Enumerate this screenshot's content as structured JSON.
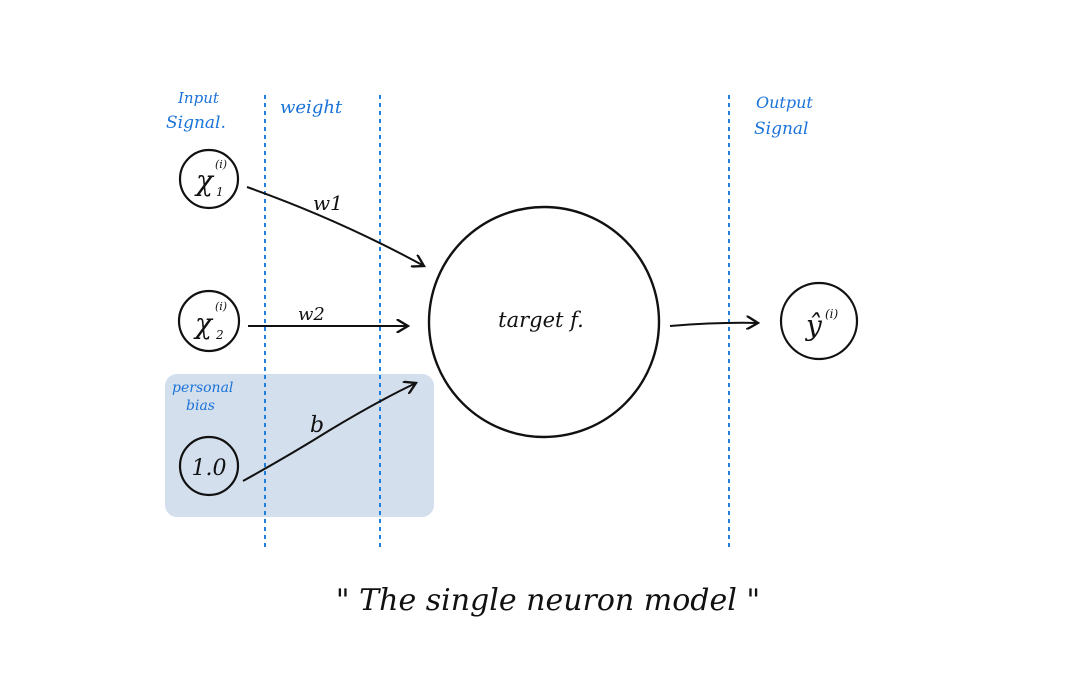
{
  "colors": {
    "ink": "#111111",
    "label_blue": "#1a73d9",
    "guide_blue": "#1f7fe0",
    "bias_region": "#d3dfed"
  },
  "column_labels": {
    "input_signal_1": "Input",
    "input_signal_2": "Signal.",
    "weight": "weight",
    "output_signal_1": "Output",
    "output_signal_2": "Signal"
  },
  "inputs": {
    "x1": {
      "base": "χ",
      "sup": "(i)",
      "sub": "1"
    },
    "x2": {
      "base": "χ",
      "sup": "(i)",
      "sub": "2"
    },
    "bias_value": "1.0"
  },
  "weights": {
    "w1": "w1",
    "w2": "w2",
    "b": "b"
  },
  "bias_region_label_1": "personal",
  "bias_region_label_2": "bias",
  "neuron_label": "target f.",
  "output": {
    "base": "ŷ",
    "sup": "(i)"
  },
  "caption": "\" The single neuron model \""
}
